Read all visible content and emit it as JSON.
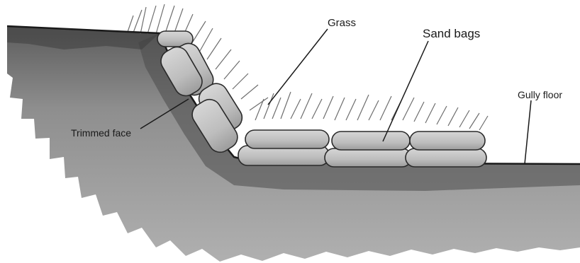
{
  "labels": {
    "grass": "Grass",
    "sand_bags": "Sand bags",
    "gully_floor": "Gully floor",
    "trimmed_face": "Trimmed face"
  },
  "colors": {
    "soil_light": "#a9a9a9",
    "soil_dark": "#4d4d4d",
    "sandbag_fill": "#c4c4c4",
    "sandbag_shade": "#9a9a9a",
    "grass": "#707070",
    "outline": "#1a1a1a",
    "background": "#ffffff"
  }
}
